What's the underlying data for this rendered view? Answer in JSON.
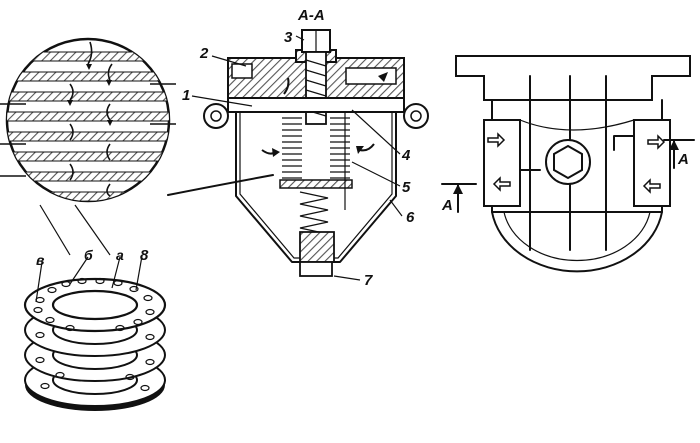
{
  "section_title": "А-А",
  "callouts": {
    "n1": "1",
    "n2": "2",
    "n3": "3",
    "n4": "4",
    "n5": "5",
    "n6": "6",
    "n7": "7",
    "n8": "8",
    "a": "а",
    "b": "б",
    "v": "в"
  },
  "section_marks": {
    "left": "А",
    "right": "А"
  },
  "colors": {
    "ink": "#111111",
    "paper": "#ffffff",
    "hatch": "#666666"
  }
}
